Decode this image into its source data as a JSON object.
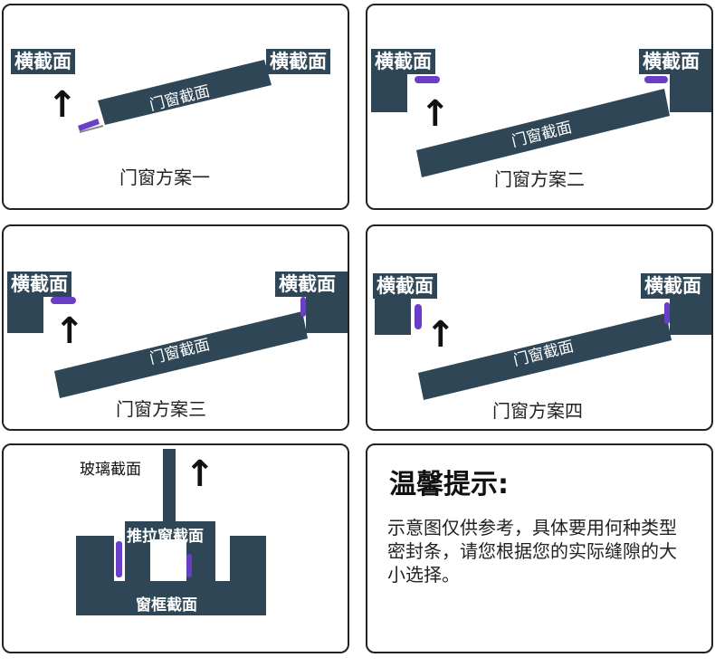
{
  "common": {
    "cross_section": "横截面",
    "door_window_section": "门窗截面"
  },
  "colors": {
    "profile": "#2e4656",
    "seal": "#6a3fc8",
    "border": "#222222"
  },
  "panels": [
    {
      "caption": "门窗方案一"
    },
    {
      "caption": "门窗方案二"
    },
    {
      "caption": "门窗方案三"
    },
    {
      "caption": "门窗方案四"
    }
  ],
  "panel5": {
    "glass_section": "玻璃截面",
    "sliding_section": "推拉窗截面",
    "frame_section": "窗框截面"
  },
  "tip": {
    "title": "温馨提示:",
    "body": "示意图仅供参考，具体要用何种类型密封条，请您根据您的实际缝隙的大小选择。"
  },
  "icons": {
    "arrow": "up-arrow-icon"
  }
}
